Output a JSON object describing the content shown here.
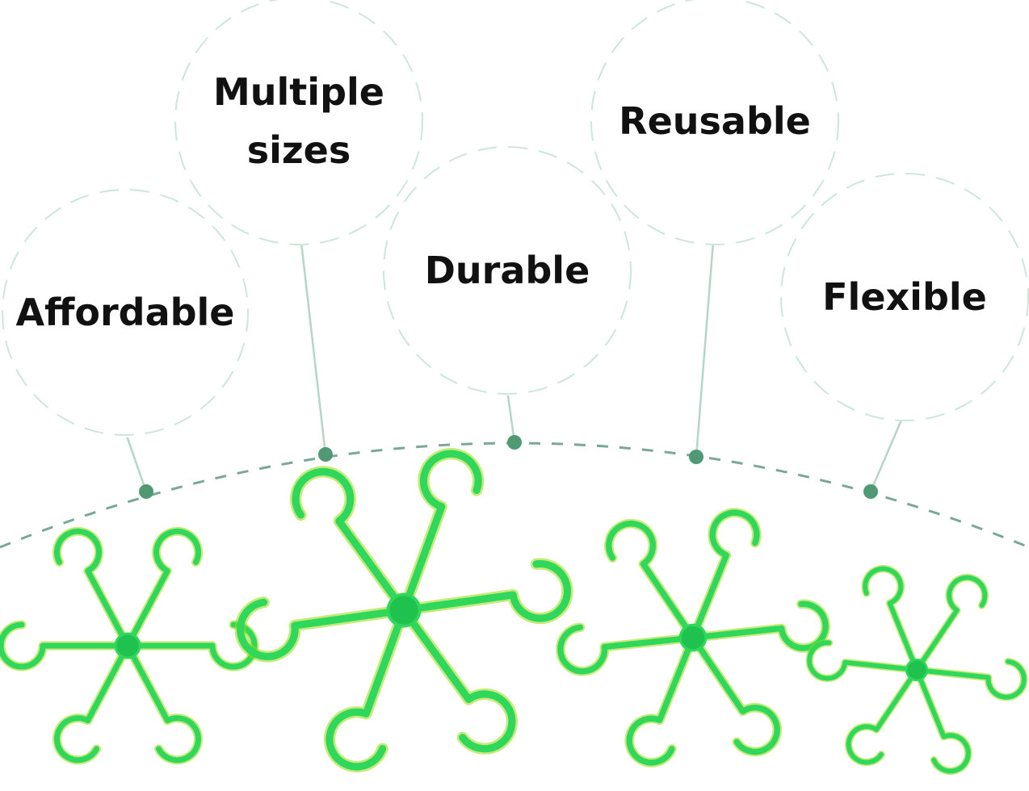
{
  "features": [
    {
      "id": "affordable",
      "lines": [
        "Affordable"
      ]
    },
    {
      "id": "multiple-sizes",
      "lines": [
        "Multiple",
        "sizes"
      ]
    },
    {
      "id": "durable",
      "lines": [
        "Durable"
      ]
    },
    {
      "id": "reusable",
      "lines": [
        "Reusable"
      ]
    },
    {
      "id": "flexible",
      "lines": [
        "Flexible"
      ]
    }
  ],
  "colors": {
    "hook_green": "#2fd85a",
    "hook_edge": "#9ad80e",
    "hub_green": "#1fc24e",
    "dot_green": "#4f9a74",
    "bubble_border": "#cfe5db",
    "arc_line": "#7aa898",
    "text": "#111111"
  },
  "product": {
    "icon": "six-arm-plant-hook",
    "count": 4
  }
}
